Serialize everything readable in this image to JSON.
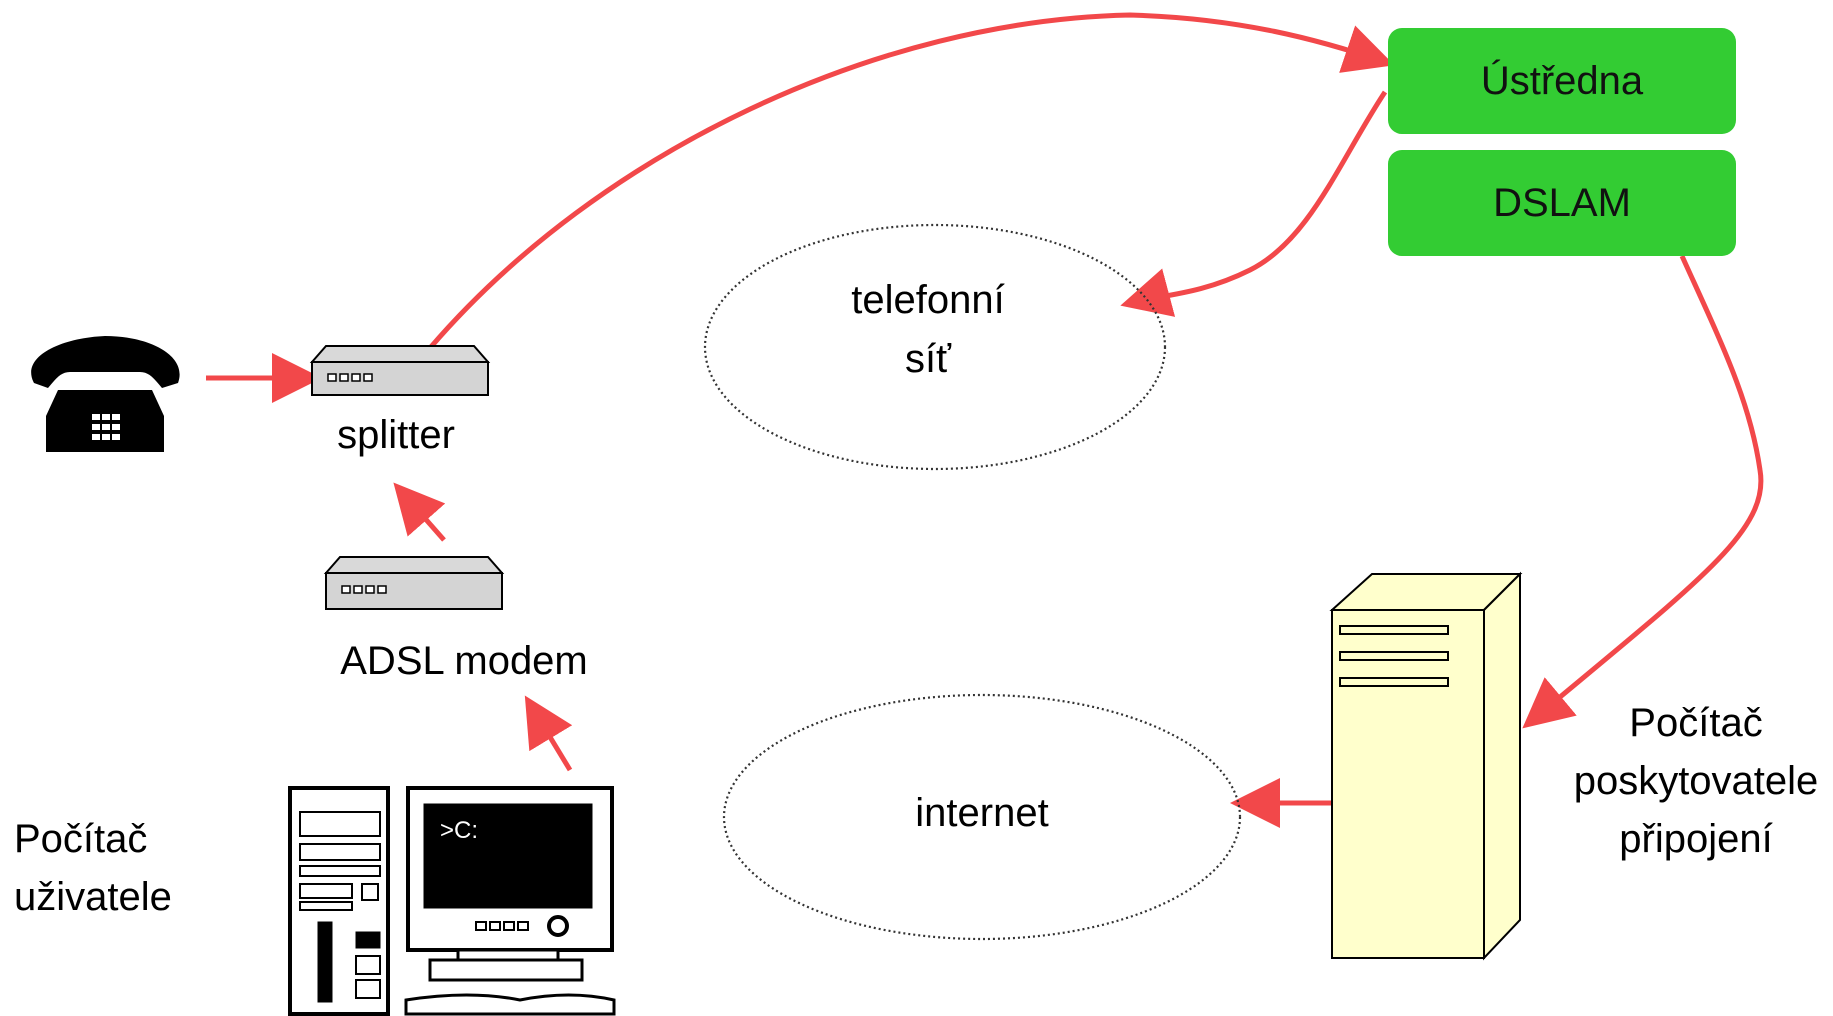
{
  "colors": {
    "arrow": "#f2484a",
    "box_fill": "#33cc33",
    "server_fill": "#ffffcc",
    "ellipse_stroke": "#333333"
  },
  "nodes": {
    "ustredna": "Ústředna",
    "dslam": "DSLAM",
    "splitter": "splitter",
    "adsl_modem": "ADSL modem",
    "telephone_network_line1": "telefonní",
    "telephone_network_line2": "síť",
    "internet": "internet",
    "user_pc_line1": "Počítač",
    "user_pc_line2": "uživatele",
    "provider_pc_line1": "Počítač",
    "provider_pc_line2": "poskytovatele",
    "provider_pc_line3": "připojení"
  },
  "screen_prompt": ">C:",
  "icons": [
    "telephone-icon",
    "splitter-device-icon",
    "modem-device-icon",
    "desktop-computer-icon",
    "server-tower-icon"
  ]
}
